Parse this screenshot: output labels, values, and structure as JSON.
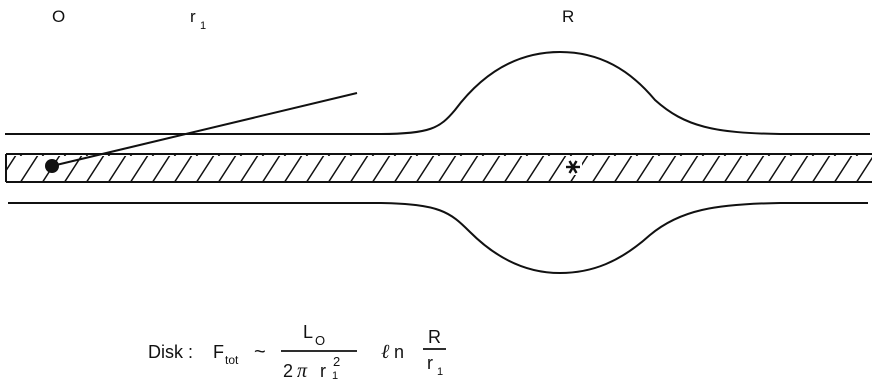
{
  "labels": {
    "origin": "O",
    "r1": {
      "base": "r",
      "sub": "1"
    },
    "R": "R"
  },
  "equation": {
    "prefix": "Disk :",
    "F": "F",
    "F_sub": "tot",
    "sim": "~",
    "numerator": {
      "base": "L",
      "sub": "O"
    },
    "denominator": {
      "prefix": "2",
      "pi": "π",
      "r": "r",
      "sup": "2",
      "sub": "1"
    },
    "ell": "ℓ",
    "n": "n",
    "frac2_num": "R",
    "frac2_den": {
      "base": "r",
      "sub": "1"
    }
  },
  "colors": {
    "ink": "#111111",
    "background": "#ffffff"
  }
}
